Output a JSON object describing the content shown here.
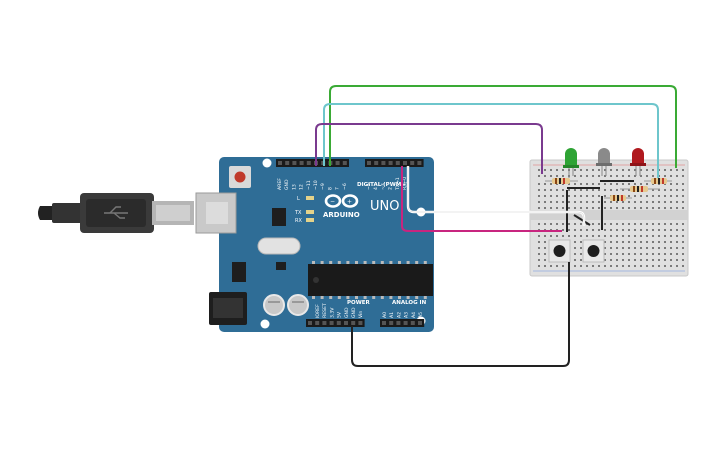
{
  "board": {
    "brand": "ARDUINO",
    "model": "UNO",
    "digital_label": "DIGITAL (PWM~)",
    "power_label": "POWER",
    "analog_label": "ANALOG IN",
    "led_l": "L",
    "led_tx": "TX",
    "led_rx": "RX",
    "top_pins": [
      "AREF",
      "GND",
      "13",
      "12",
      "~11",
      "~10",
      "~9",
      "8",
      "7",
      "~6",
      "~5",
      "4",
      "~3",
      "2",
      "TX→1",
      "RX←0"
    ],
    "power_pins": [
      "IOREF",
      "RESET",
      "3.3V",
      "5V",
      "GND",
      "GND",
      "Vin"
    ],
    "analog_pins": [
      "A0",
      "A1",
      "A2",
      "A3",
      "A4",
      "A5"
    ]
  },
  "colors": {
    "board": "#2f6d96",
    "wire_green": "#3aaa35",
    "wire_cyan": "#6ec6cc",
    "wire_purple": "#7a3a8f",
    "wire_magenta": "#c8257f",
    "wire_white": "#ffffff",
    "wire_black": "#222222",
    "led_green": "#2ea334",
    "led_gray": "#8a8a8a",
    "led_red": "#b0191e"
  },
  "components": {
    "leds": [
      "green-led",
      "gray-led",
      "red-led"
    ],
    "buttons": 2,
    "resistors": 4
  }
}
